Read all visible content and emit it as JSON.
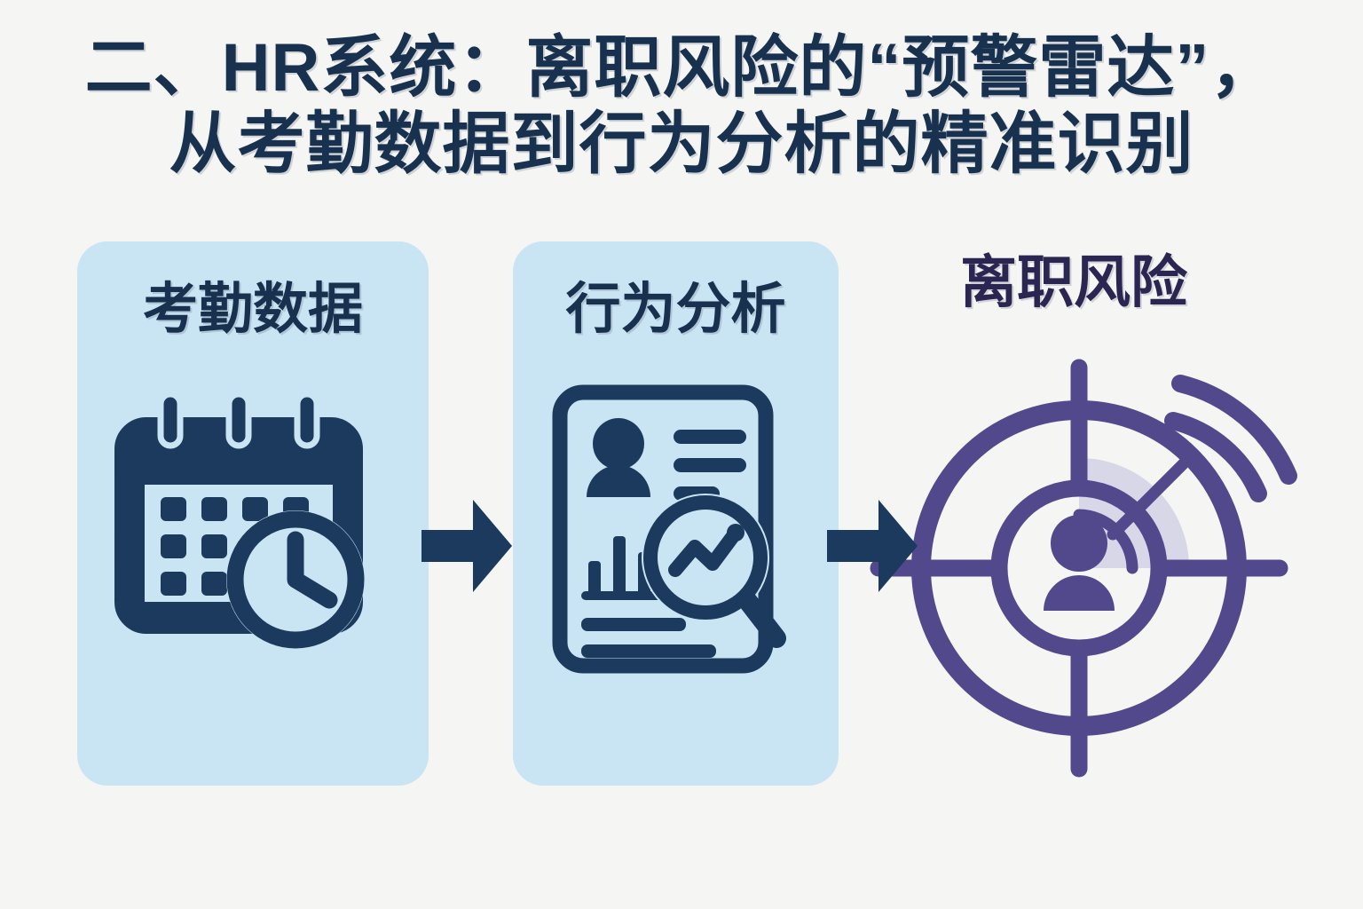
{
  "page": {
    "background_color": "#f5f5f3",
    "title_color": "#17314f",
    "card_color": "#c9e4f2",
    "arrow_color": "#1b3a5e",
    "accent_purple": "#52498c",
    "radar_sweep_color": "#d8d7e8"
  },
  "header": {
    "line1": "二、HR系统：离职风险的“预警雷达”，",
    "line2": "从考勤数据到行为分析的精准识别"
  },
  "flow": {
    "steps": [
      {
        "id": "attendance",
        "label": "考勤数据",
        "icon": "calendar-clock-icon",
        "has_card": true
      },
      {
        "id": "behavior",
        "label": "行为分析",
        "icon": "report-analysis-icon",
        "has_card": true
      },
      {
        "id": "risk",
        "label": "离职风险",
        "icon": "risk-radar-icon",
        "has_card": false
      }
    ],
    "connectors": [
      {
        "id": "arrow-1",
        "icon": "arrow-right-icon"
      },
      {
        "id": "arrow-2",
        "icon": "arrow-right-icon"
      }
    ]
  }
}
